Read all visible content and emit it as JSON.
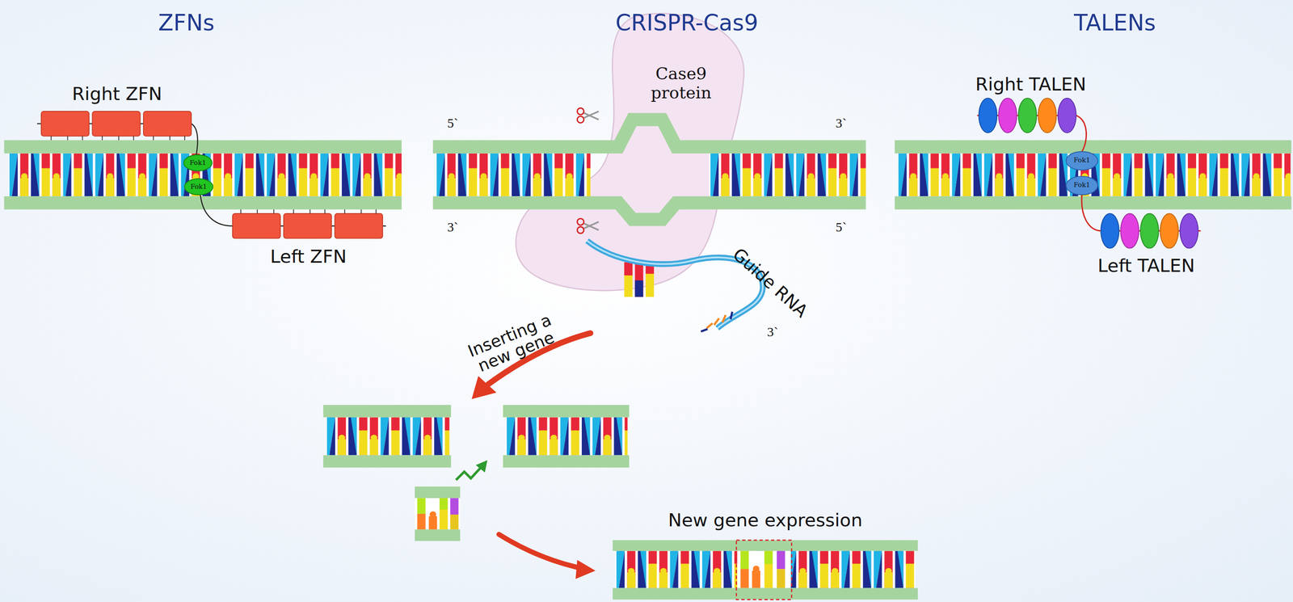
{
  "diagram": {
    "nodes": [
      {
        "text": [
          "Fok1"
        ]
      },
      {
        "text": [
          "Fok1"
        ]
      },
      {
        "text": [
          "Case9 protein"
        ]
      },
      {
        "text": [
          "Fok1"
        ]
      },
      {
        "text": [
          "Fok1"
        ]
      }
    ],
    "labels": [
      "ZFNs",
      "CRISPR-Cas9",
      "TALENs",
      "Right ZFN",
      "Left ZFN",
      "5`",
      "3`",
      "3`",
      "5`",
      "Guide RNA",
      "3`",
      "Inserting a new gene",
      "Right TALEN",
      "Left TALEN",
      "New gene expression"
    ]
  }
}
